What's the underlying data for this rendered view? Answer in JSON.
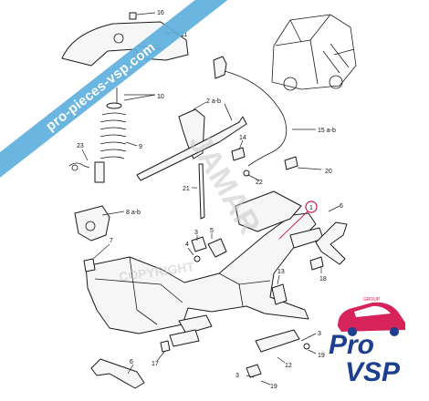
{
  "part_numbers": [
    {
      "id": "16",
      "text": "16"
    },
    {
      "id": "11",
      "text": "11"
    },
    {
      "id": "10",
      "text": "10"
    },
    {
      "id": "9",
      "text": "9"
    },
    {
      "id": "23",
      "text": "23"
    },
    {
      "id": "2ab",
      "text": "2 a-b"
    },
    {
      "id": "15ab",
      "text": "15 a-b"
    },
    {
      "id": "14",
      "text": "14"
    },
    {
      "id": "20",
      "text": "20"
    },
    {
      "id": "22",
      "text": "22"
    },
    {
      "id": "21",
      "text": "21"
    },
    {
      "id": "1",
      "text": "1"
    },
    {
      "id": "6a",
      "text": "6"
    },
    {
      "id": "8ab",
      "text": "8 a-b"
    },
    {
      "id": "3a",
      "text": "3"
    },
    {
      "id": "5",
      "text": "5"
    },
    {
      "id": "4",
      "text": "4"
    },
    {
      "id": "7",
      "text": "7"
    },
    {
      "id": "18",
      "text": "18"
    },
    {
      "id": "13",
      "text": "13"
    },
    {
      "id": "6b",
      "text": "6"
    },
    {
      "id": "17",
      "text": "17"
    },
    {
      "id": "3b",
      "text": "3"
    },
    {
      "id": "12",
      "text": "12"
    },
    {
      "id": "3c",
      "text": "3"
    },
    {
      "id": "19a",
      "text": "19"
    },
    {
      "id": "19b",
      "text": "19"
    }
  ],
  "watermark": {
    "site": "pro-pieces-vsp.com",
    "brand": "JAMAR",
    "copyright": "COPYRIGHT"
  },
  "logo": {
    "tag": "GROUP",
    "line1": "Pro",
    "line2": "VSP"
  },
  "colors": {
    "watermark_band": "#5fb0de",
    "callout_ring": "#c2185b",
    "logo_blue": "#1d3f8f",
    "logo_pink": "#d6245a"
  }
}
